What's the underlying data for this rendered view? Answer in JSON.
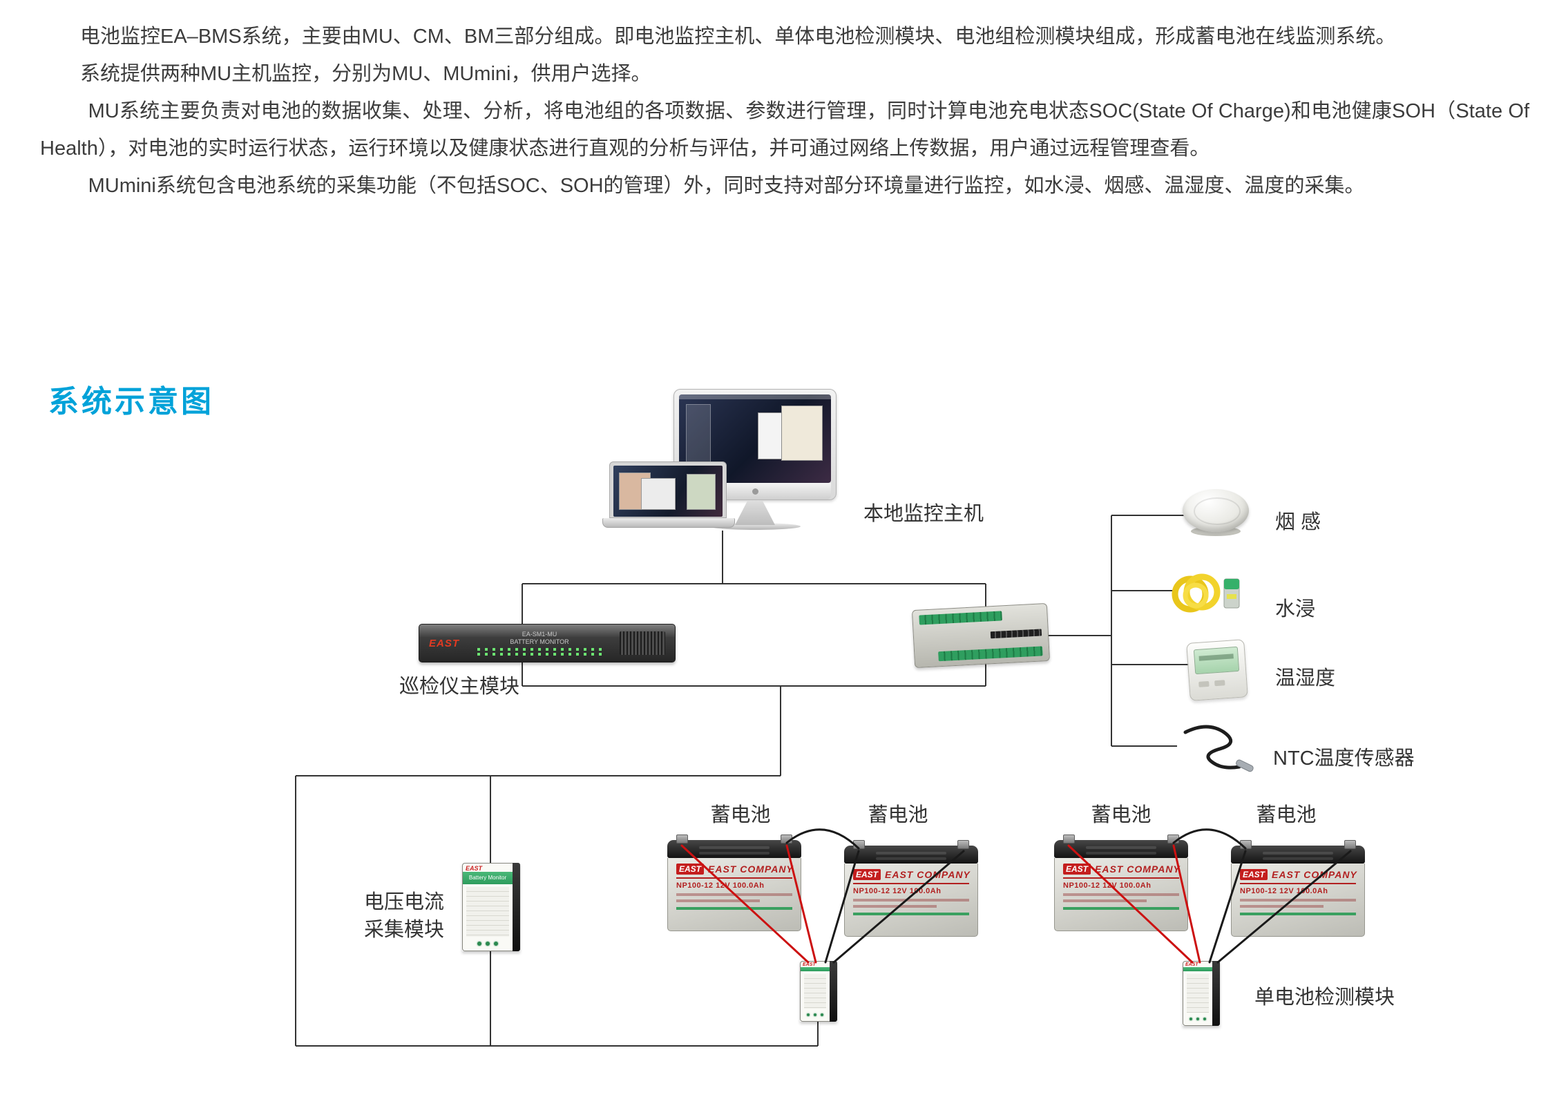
{
  "page": {
    "paragraphs": [
      "电池监控EA–BMS系统，主要由MU、CM、BM三部分组成。即电池监控主机、单体电池检测模块、电池组检测模块组成，形成蓄电池在线监测系统。",
      "系统提供两种MU主机监控，分别为MU、MUmini，供用户选择。",
      "MU系统主要负责对电池的数据收集、处理、分析，将电池组的各项数据、参数进行管理，同时计算电池充电状态SOC(State Of Charge)和电池健康SOH（State Of Health），对电池的实时运行状态，运行环境以及健康状态进行直观的分析与评估，并可通过网络上传数据，用户通过远程管理查看。",
      "MUmini系统包含电池系统的采集功能（不包括SOC、SOH的管理）外，同时支持对部分环境量进行监控，如水浸、烟感、温湿度、温度的采集。"
    ],
    "heading": "系统示意图",
    "heading_color": "#00a2d9"
  },
  "diagram": {
    "labels": {
      "host": "本地监控主机",
      "main_module": "巡检仪主模块",
      "smoke": "烟 感",
      "water": "水浸",
      "temp_humidity": "温湿度",
      "ntc": "NTC温度传感器",
      "voltage_line1": "电压电流",
      "voltage_line2": "采集模块",
      "single_module": "单电池检测模块"
    },
    "battery_labels": [
      "蓄电池",
      "蓄电池",
      "蓄电池",
      "蓄电池"
    ],
    "branding": {
      "east": "EAST",
      "east_company": "EAST COMPANY",
      "battery_model": "NP100-12 12V 100.0Ah",
      "monitor_title": "Battery Monitor",
      "rack_line1": "EA-SM1-MU",
      "rack_line2": "BATTERY MONITOR"
    },
    "colors": {
      "line": "#333333",
      "wire_red": "#cc1111",
      "wire_black": "#1a1a1a"
    }
  }
}
